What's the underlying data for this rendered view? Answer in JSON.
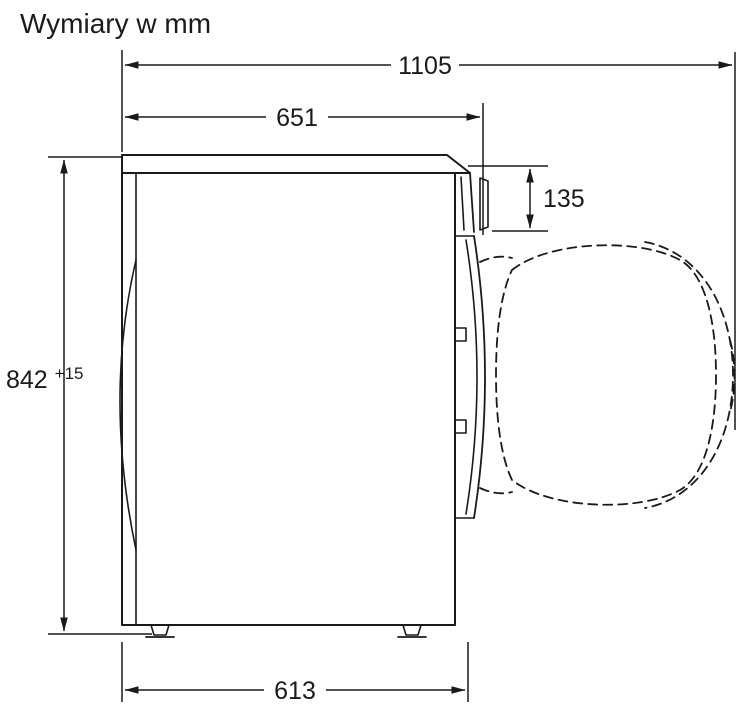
{
  "title": "Wymiary w mm",
  "colors": {
    "line": "#1a1a1a",
    "background": "#ffffff"
  },
  "dimensions": {
    "total_depth_door_open": "1105",
    "cabinet_depth": "651",
    "top_to_door": "135",
    "height": "842",
    "height_tolerance": "+15",
    "base_depth": "613"
  }
}
